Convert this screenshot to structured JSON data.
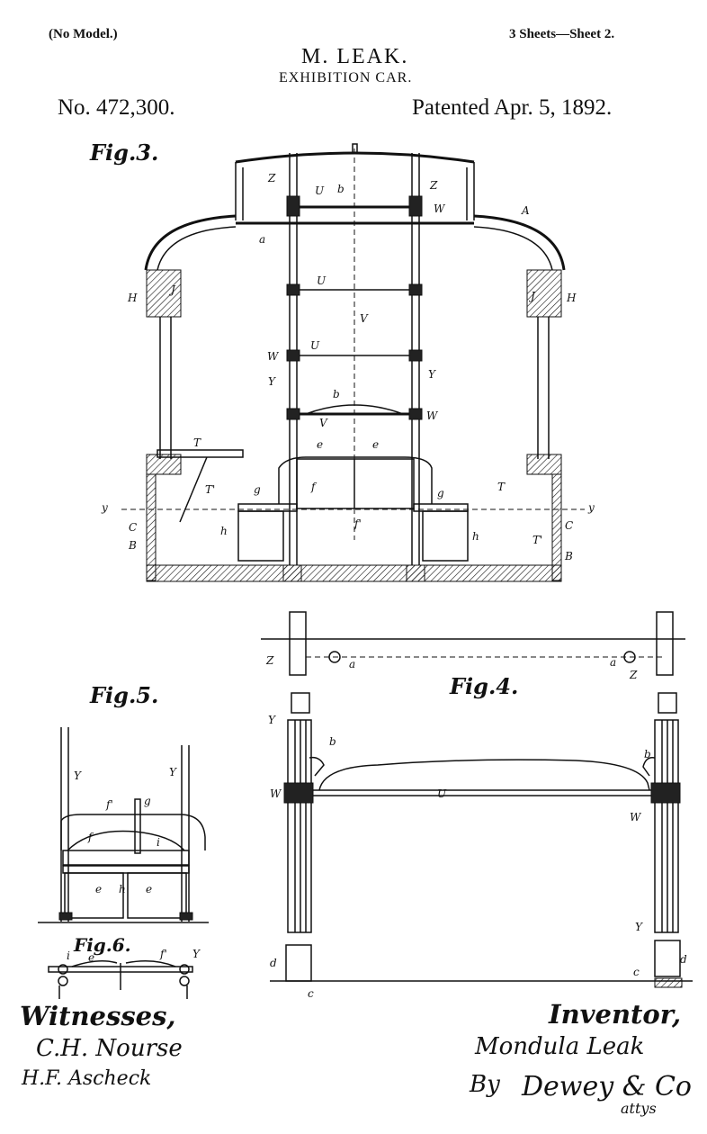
{
  "header": {
    "no_model": "(No Model.)",
    "sheets": "3 Sheets—Sheet 2.",
    "inventor_name": "M. LEAK.",
    "title": "EXHIBITION CAR.",
    "patent_no": "No. 472,300.",
    "patented": "Patented Apr. 5, 1892."
  },
  "figures": {
    "fig3": "Fig.3.",
    "fig4": "Fig.4.",
    "fig5": "Fig.5.",
    "fig6": "Fig.6."
  },
  "fig3_labels": {
    "Z": "Z",
    "U": "U",
    "b": "b",
    "W": "W",
    "A": "A",
    "a": "a",
    "H": "H",
    "J": "J",
    "V": "V",
    "Y": "Y",
    "T": "T",
    "T1": "T'",
    "e": "e",
    "g": "g",
    "f": "f",
    "f1": "f'",
    "h": "h",
    "y": "y",
    "C": "C",
    "B": "B"
  },
  "fig4_labels": {
    "Z": "Z",
    "a": "a",
    "Y": "Y",
    "b": "b",
    "W": "W",
    "U": "U",
    "d": "d",
    "c": "c"
  },
  "fig5_labels": {
    "Y": "Y",
    "f1": "f'",
    "g": "g",
    "f": "f",
    "i": "i",
    "e": "e",
    "h": "h"
  },
  "fig6_labels": {
    "i": "i",
    "e": "e",
    "f1": "f'",
    "Y": "Y"
  },
  "signatures": {
    "witnesses_label": "Witnesses,",
    "witness1": "C.H. Nourse",
    "witness2": "H.F. Ascheck",
    "inventor_label": "Inventor,",
    "inventor_signature": "Mondula Leak",
    "by": "By",
    "attorneys": "Dewey & Co",
    "attys": "attys"
  }
}
